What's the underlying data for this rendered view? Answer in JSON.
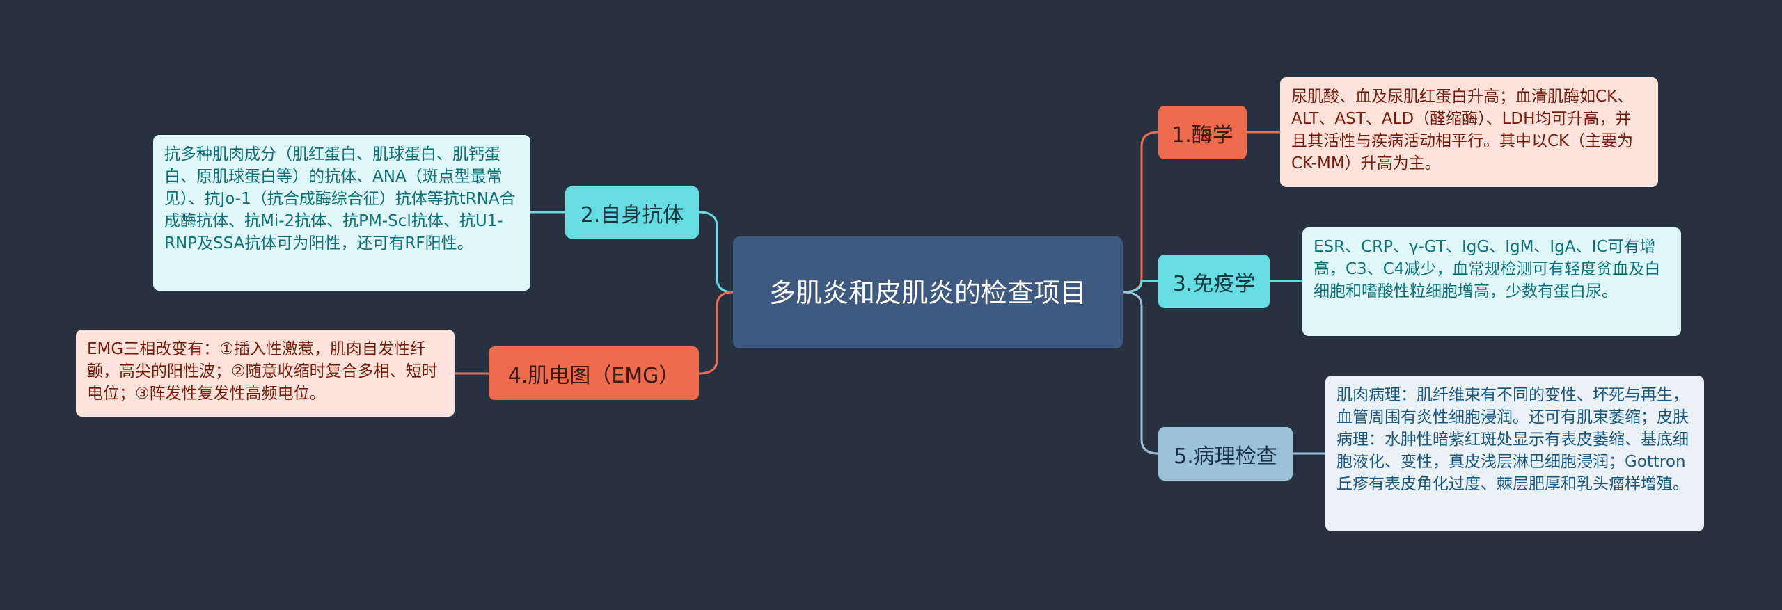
{
  "central": {
    "title": "多肌炎和皮肌炎的检查项目"
  },
  "branches": [
    {
      "label": "1.酶学",
      "detail": "尿肌酸、血及尿肌红蛋白升高；血清肌酶如CK、ALT、AST、ALD（醛缩酶）、LDH均可升高，并且其活性与疾病活动相平行。其中以CK（主要为CK-MM）升高为主。"
    },
    {
      "label": "2.自身抗体",
      "detail": "抗多种肌肉成分（肌红蛋白、肌球蛋白、肌钙蛋白、原肌球蛋白等）的抗体、ANA（斑点型最常见）、抗Jo-1（抗合成酶综合征）抗体等抗tRNA合成酶抗体、抗Mi-2抗体、抗PM-Scl抗体、抗U1-RNP及SSA抗体可为阳性，还可有RF阳性。"
    },
    {
      "label": "3.免疫学",
      "detail": "ESR、CRP、γ-GT、IgG、IgM、IgA、IC可有增高，C3、C4减少，血常规检测可有轻度贫血及白细胞和嗜酸性粒细胞增高，少数有蛋白尿。"
    },
    {
      "label": "4.肌电图（EMG）",
      "detail": "EMG三相改变有：①插入性激惹，肌肉自发性纤颤，高尖的阳性波；②随意收缩时复合多相、短时电位；③阵发性复发性高频电位。"
    },
    {
      "label": "5.病理检查",
      "detail": "肌肉病理：肌纤维束有不同的变性、坏死与再生，血管周围有炎性细胞浸润。还可有肌束萎缩；皮肤病理：水肿性暗紫红斑处显示有表皮萎缩、基底细胞液化、变性，真皮浅层淋巴细胞浸润；Gottron丘疹有表皮角化过度、棘层肥厚和乳头瘤样增殖。"
    }
  ],
  "colors": {
    "background": "#283140",
    "central": "#3f5a80",
    "red": "#ef6b4e",
    "cyan": "#66dde3",
    "blue": "#9cc2db"
  }
}
